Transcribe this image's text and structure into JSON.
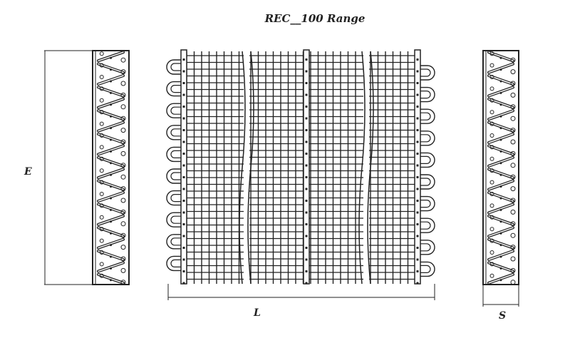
{
  "title": "REC__100 Range",
  "dimensions": {
    "height_label": "E",
    "length_label": "L",
    "depth_label": "S"
  },
  "colors": {
    "line": "#222222",
    "background": "#ffffff"
  },
  "tube_passes": 10
}
